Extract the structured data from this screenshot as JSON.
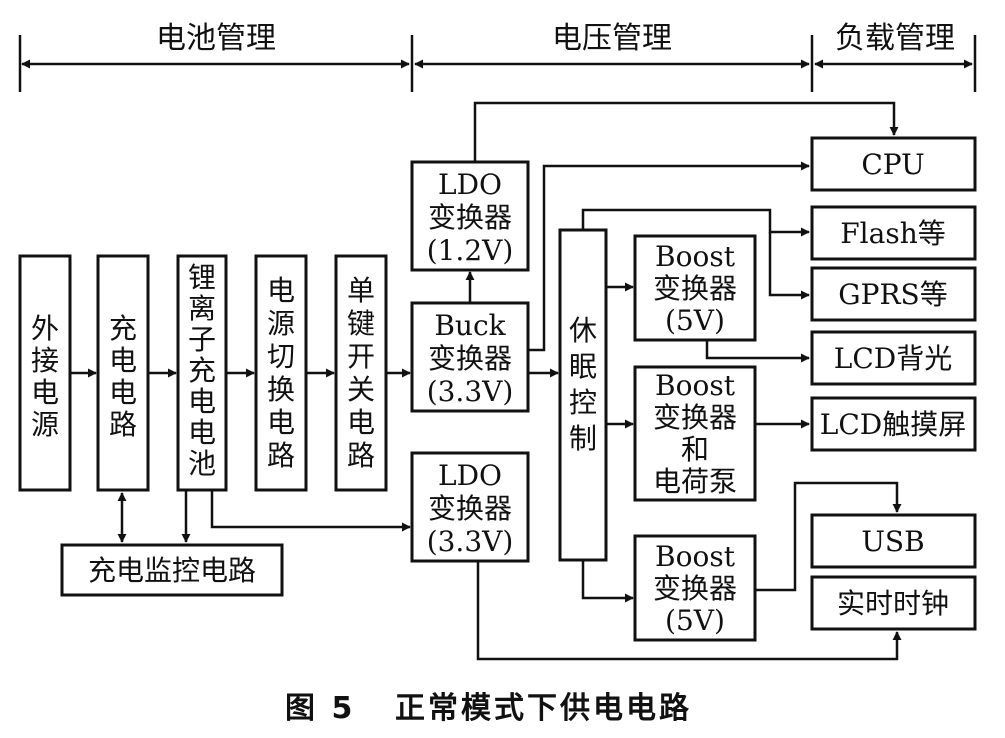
{
  "sections": {
    "battery": "电池管理",
    "voltage": "电压管理",
    "load": "负载管理"
  },
  "blocks": {
    "ext_power": [
      "外",
      "接",
      "电",
      "源"
    ],
    "charge_circuit": [
      "充",
      "电",
      "电",
      "路"
    ],
    "li_battery": [
      "锂",
      "离",
      "子",
      "充",
      "电",
      "电",
      "池"
    ],
    "power_switch": [
      "电",
      "源",
      "切",
      "换",
      "电",
      "路"
    ],
    "key_switch": [
      "单",
      "键",
      "开",
      "关",
      "电",
      "路"
    ],
    "charge_monitor": "充电监控电路",
    "ldo_1v2": [
      "LDO",
      "变换器",
      "(1.2V)"
    ],
    "buck_3v3": [
      "Buck",
      "变换器",
      "(3.3V)"
    ],
    "ldo_3v3": [
      "LDO",
      "变换器",
      "(3.3V)"
    ],
    "sleep_ctrl": [
      "休",
      "眠",
      "控",
      "制"
    ],
    "boost_5v_top": [
      "Boost",
      "变换器",
      "(5V)"
    ],
    "boost_chargepump": [
      "Boost",
      "变换器",
      "和",
      "电荷泵"
    ],
    "boost_5v_bottom": [
      "Boost",
      "变换器",
      "(5V)"
    ],
    "cpu": "CPU",
    "flash": "Flash等",
    "gprs": "GPRS等",
    "lcd_backlight": "LCD背光",
    "lcd_touch": "LCD触摸屏",
    "usb": "USB",
    "rtc": "实时时钟"
  },
  "caption": {
    "figure": "图 5",
    "title": "正常模式下供电电路"
  }
}
